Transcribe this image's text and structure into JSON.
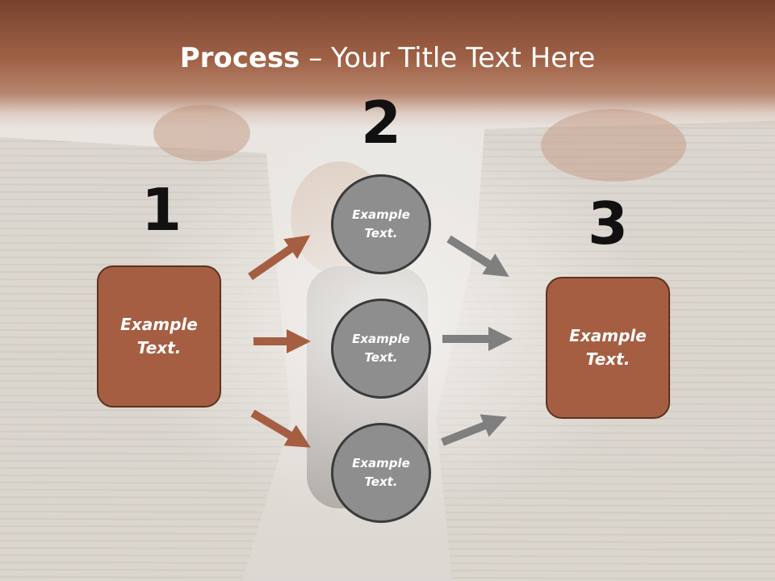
{
  "slide": {
    "title_bold": "Process",
    "title_rest": " – Your Title Text Here"
  },
  "steps": {
    "one": "1",
    "two": "2",
    "three": "3"
  },
  "boxes": {
    "left": "Example Text.",
    "right": "Example Text."
  },
  "circles": {
    "top": "Example Text.",
    "middle": "Example Text.",
    "bottom": "Example Text."
  },
  "colors": {
    "header": "#9c5c40",
    "box_fill": "#a65e42",
    "box_border": "#5b3321",
    "circle_fill": "#8e8e8e",
    "circle_border": "#3a3a3a",
    "arrow_brown": "#a65e42",
    "arrow_gray": "#7f7f7f"
  }
}
